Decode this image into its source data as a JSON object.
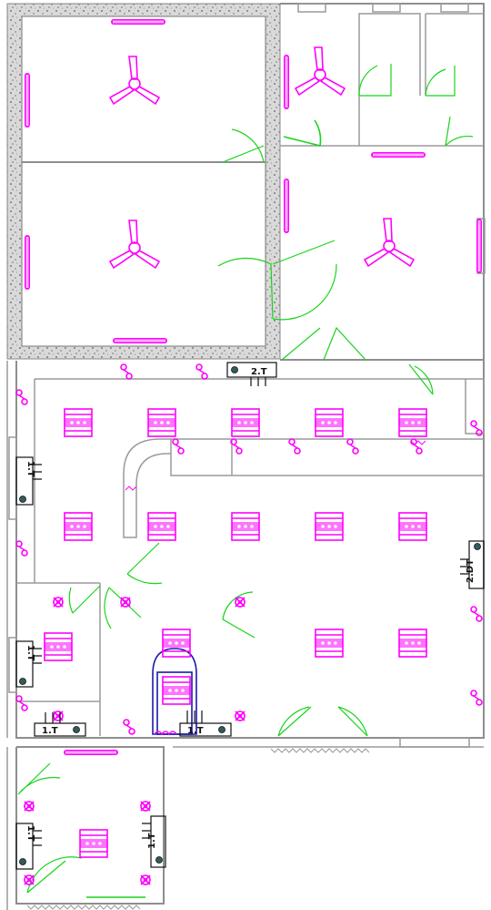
{
  "panels": {
    "p2t": "2.T",
    "p1t_left_upper": "1.T",
    "p1t_left_mid": "1.T",
    "p1t_bottom_left": "1.T",
    "p1t_bottom_center": "1.T",
    "p2dt_right": "2.DT",
    "p1t_annex_left": "1.T",
    "p1t_annex_right": "1.T"
  },
  "colors": {
    "wall": "#8e8e8e",
    "door": "#19d419",
    "fixture": "#ff00ff",
    "bath": "#1a1aa8",
    "panel": "#111111"
  },
  "icons": [
    "ceiling-fan-icon",
    "tube-light-icon",
    "ceiling-light-icon",
    "exhaust-fan-icon",
    "switch-board-icon",
    "bathtub-icon"
  ]
}
